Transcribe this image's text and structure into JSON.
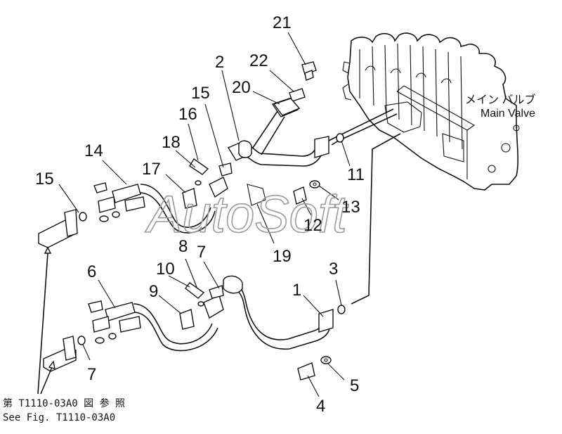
{
  "callouts": [
    {
      "id": "c21",
      "text": "21"
    },
    {
      "id": "c22",
      "text": "22"
    },
    {
      "id": "c2",
      "text": "2"
    },
    {
      "id": "c20",
      "text": "20"
    },
    {
      "id": "c15a",
      "text": "15"
    },
    {
      "id": "c16",
      "text": "16"
    },
    {
      "id": "c18",
      "text": "18"
    },
    {
      "id": "c14",
      "text": "14"
    },
    {
      "id": "c17",
      "text": "17"
    },
    {
      "id": "c15b",
      "text": "15"
    },
    {
      "id": "c11",
      "text": "11"
    },
    {
      "id": "c13",
      "text": "13"
    },
    {
      "id": "c12",
      "text": "12"
    },
    {
      "id": "c19",
      "text": "19"
    },
    {
      "id": "c8",
      "text": "8"
    },
    {
      "id": "c7a",
      "text": "7"
    },
    {
      "id": "c10",
      "text": "10"
    },
    {
      "id": "c6",
      "text": "6"
    },
    {
      "id": "c9",
      "text": "9"
    },
    {
      "id": "c3",
      "text": "3"
    },
    {
      "id": "c1",
      "text": "1"
    },
    {
      "id": "c7b",
      "text": "7"
    },
    {
      "id": "c5",
      "text": "5"
    },
    {
      "id": "c4",
      "text": "4"
    }
  ],
  "labels": {
    "main_valve_jp": "メイン バルブ",
    "main_valve_en": "Main Valve",
    "ref_jp": "第 T1110-03A0 図 参 照",
    "ref_en": "See Fig. T1110-03A0",
    "watermark": "AutoSoft"
  }
}
